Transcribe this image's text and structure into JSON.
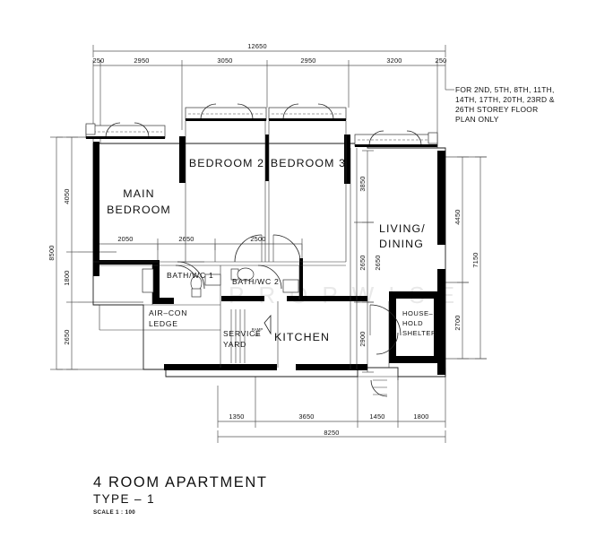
{
  "drawing": {
    "title": "4  ROOM  APARTMENT",
    "subtitle": "TYPE  –  1",
    "scale": "SCALE 1 : 100",
    "note": [
      "FOR 2ND, 5TH, 8TH, 11TH,",
      "14TH, 17TH, 20TH, 23RD &",
      "26TH STOREY FLOOR",
      "PLAN ONLY"
    ],
    "watermark": "PROPWISE"
  },
  "rooms": [
    {
      "id": "main-bedroom",
      "line1": "MAIN",
      "line2": "BEDROOM"
    },
    {
      "id": "bedroom-2",
      "label": "BEDROOM  2"
    },
    {
      "id": "bedroom-3",
      "label": "BEDROOM  3"
    },
    {
      "id": "living-dining",
      "line1": "LIVING/",
      "line2": "DINING"
    },
    {
      "id": "kitchen",
      "label": "KITCHEN"
    },
    {
      "id": "bath-wc-1",
      "label": "BATH/WC  1"
    },
    {
      "id": "bath-wc-2",
      "label": "BATH/WC  2"
    },
    {
      "id": "air-con-ledge",
      "line1": "AIR–CON",
      "line2": "LEDGE"
    },
    {
      "id": "service-yard",
      "line1": "SERVICE",
      "line2": "YARD"
    },
    {
      "id": "household-shelter",
      "line1": "HOUSE–",
      "line2": "HOLD",
      "line3": "SHELTER"
    }
  ],
  "labels": {
    "ramp_up_1": "RAMP",
    "ramp_up_2": "UP"
  },
  "dimensions": {
    "top_overall": "12650",
    "top_segments": [
      "250",
      "2950",
      "3050",
      "2950",
      "3200",
      "250"
    ],
    "left_overall": "8500",
    "left_segments": [
      "4050",
      "1800",
      "2650"
    ],
    "right_overall": "7150",
    "right_segments": [
      "4450",
      "2700"
    ],
    "inner_right_segments": [
      "3850",
      "2650",
      "2900"
    ],
    "mid_segments": [
      "2050",
      "2650",
      "2500"
    ],
    "bottom_overall": "8250",
    "bottom_segments": [
      "1350",
      "3650",
      "1450",
      "1800"
    ]
  },
  "colors": {
    "ink": "#111111",
    "wall": "#000000",
    "dim": "#555555",
    "paper": "#ffffff",
    "watermark": "#e9e9e9"
  }
}
